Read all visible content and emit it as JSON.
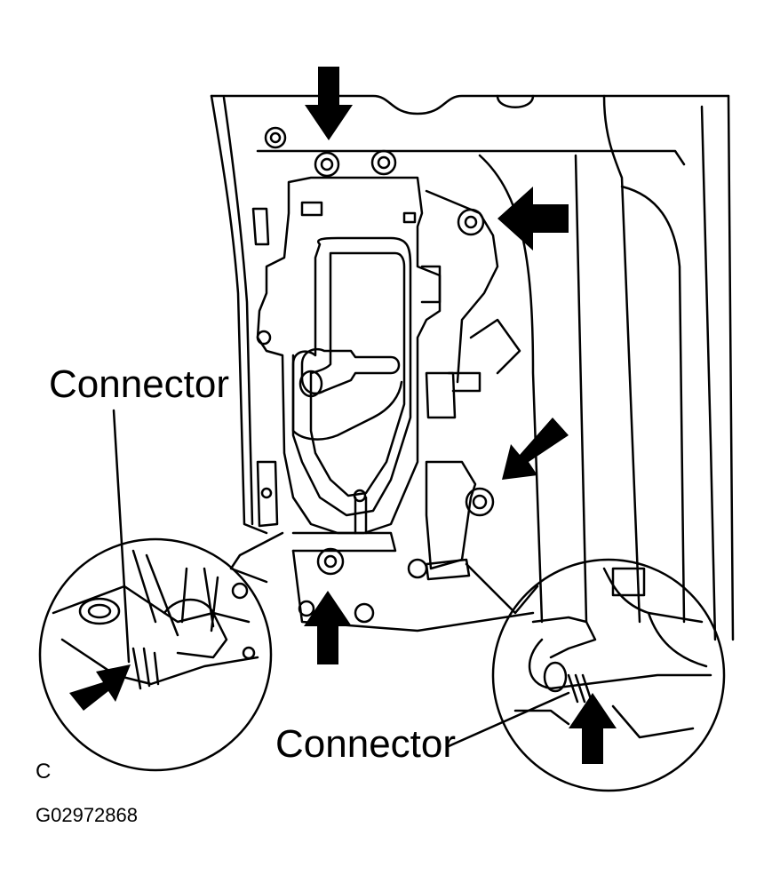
{
  "labels": {
    "connector_left": "Connector",
    "connector_right": "Connector",
    "view_letter": "C",
    "figure_id": "G02972868"
  },
  "colors": {
    "line": "#000000",
    "background": "#ffffff"
  }
}
